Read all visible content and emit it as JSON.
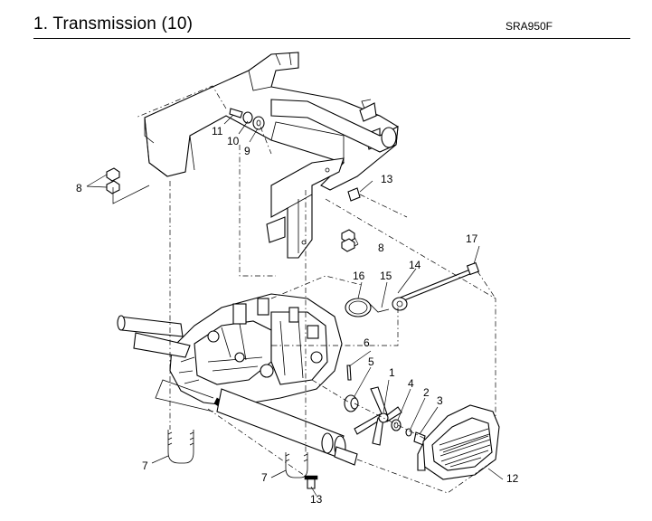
{
  "header": {
    "title": "1. Transmission (10)",
    "model": "SRA950F"
  },
  "callouts": [
    {
      "id": "c1",
      "text": "1"
    },
    {
      "id": "c2",
      "text": "2"
    },
    {
      "id": "c3",
      "text": "3"
    },
    {
      "id": "c4",
      "text": "4"
    },
    {
      "id": "c5",
      "text": "5"
    },
    {
      "id": "c6",
      "text": "6"
    },
    {
      "id": "c7a",
      "text": "7"
    },
    {
      "id": "c7b",
      "text": "7"
    },
    {
      "id": "c8a",
      "text": "8"
    },
    {
      "id": "c8b",
      "text": "8"
    },
    {
      "id": "c9",
      "text": "9"
    },
    {
      "id": "c10",
      "text": "10"
    },
    {
      "id": "c11",
      "text": "11"
    },
    {
      "id": "c12",
      "text": "12"
    },
    {
      "id": "c13a",
      "text": "13"
    },
    {
      "id": "c13b",
      "text": "13"
    },
    {
      "id": "c14",
      "text": "14"
    },
    {
      "id": "c15",
      "text": "15"
    },
    {
      "id": "c16",
      "text": "16"
    },
    {
      "id": "c17",
      "text": "17"
    }
  ]
}
